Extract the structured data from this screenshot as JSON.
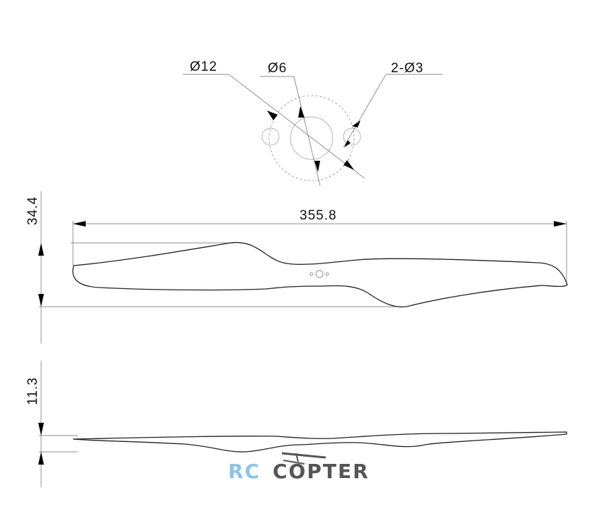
{
  "hub": {
    "outer_dia_label": "Ø12",
    "inner_dia_label": "Ø6",
    "holes_label": "2-Ø3"
  },
  "top_view": {
    "height_label": "34.4",
    "span_label": "355.8"
  },
  "side_view": {
    "thickness_label": "11.3"
  },
  "logo": {
    "part1": "RC",
    "part2": "COPTER",
    "color_part1": "#8ec3e6",
    "color_part2": "#555555"
  }
}
